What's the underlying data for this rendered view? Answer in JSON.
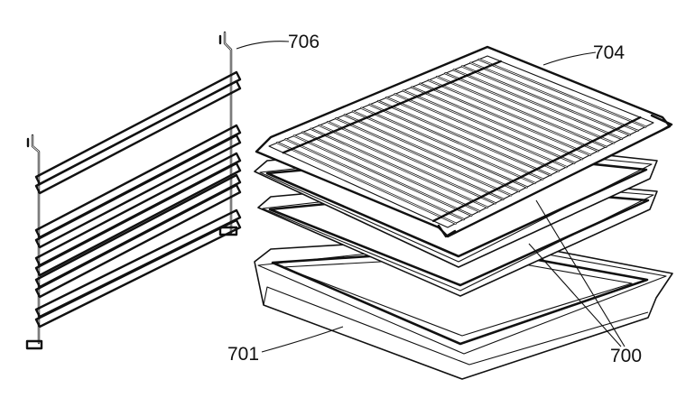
{
  "callouts": {
    "c706": "706",
    "c704": "704",
    "c701": "701",
    "c700": "700"
  }
}
